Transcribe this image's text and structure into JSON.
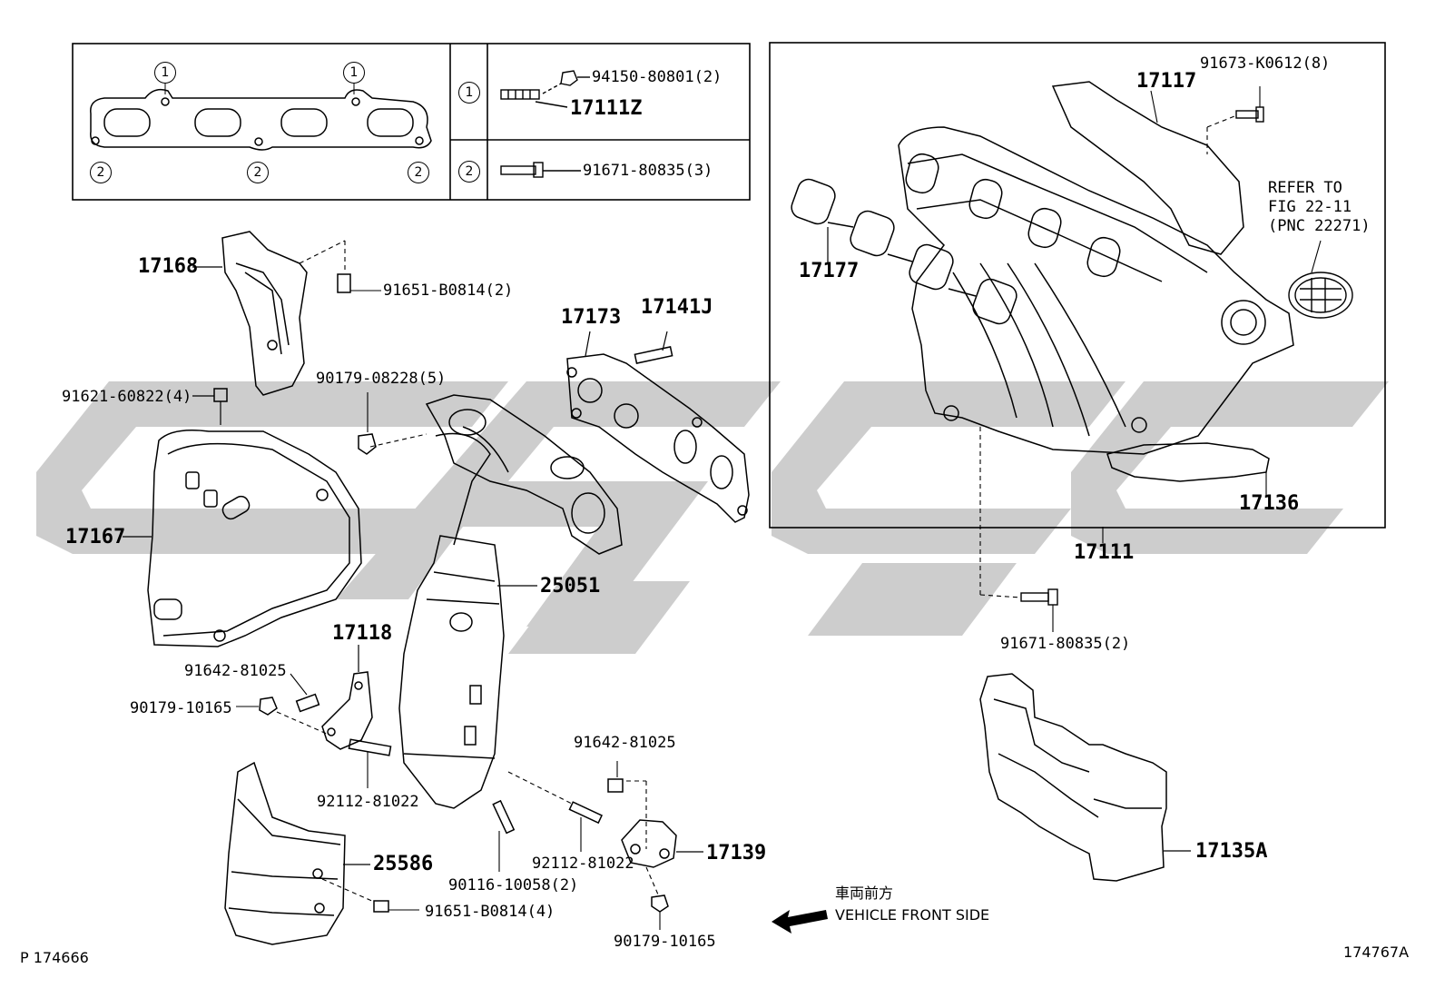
{
  "watermark_color": "#c8c8c8",
  "inset": {
    "gasket_markers": [
      "1",
      "1",
      "2",
      "2",
      "2"
    ],
    "rows": [
      {
        "marker": "1",
        "items": [
          "94150-80801(2)",
          "17111Z"
        ]
      },
      {
        "marker": "2",
        "items": [
          "91671-80835(3)"
        ]
      }
    ]
  },
  "parts": {
    "p17168": "17168",
    "p91651a": "91651-B0814(2)",
    "p17173": "17173",
    "p17141j": "17141J",
    "p91621": "91621-60822(4)",
    "p90179a": "90179-08228(5)",
    "p17167": "17167",
    "p25051": "25051",
    "p17118": "17118",
    "p91642a": "91642-81025",
    "p90179b": "90179-10165",
    "p92112a": "92112-81022",
    "p91642b": "91642-81025",
    "p25586": "25586",
    "p17139": "17139",
    "p92112b": "92112-81022",
    "p90116": "90116-10058(2)",
    "p91651b": "91651-B0814(4)",
    "p90179c": "90179-10165",
    "p17117": "17117",
    "p91673": "91673-K0612(8)",
    "p17177": "17177",
    "p17136": "17136",
    "p17111": "17111",
    "p91671": "91671-80835(2)",
    "p17135a": "17135A"
  },
  "refer": {
    "line1": "REFER TO",
    "line2": "FIG 22-11",
    "line3": "(PNC 22271)"
  },
  "front": {
    "jp": "車両前方",
    "en": "VEHICLE FRONT SIDE"
  },
  "footer": {
    "left": "P 174666",
    "right": "174767A"
  }
}
